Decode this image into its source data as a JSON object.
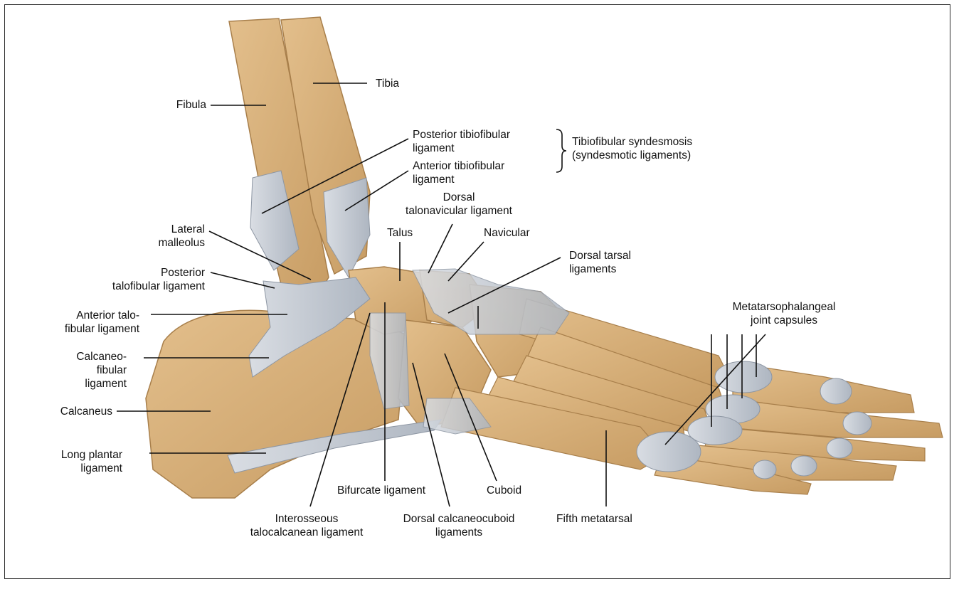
{
  "labels": {
    "tibia": "Tibia",
    "fibula": "Fibula",
    "post_tibiofibular": "Posterior tibiofibular\nligament",
    "ant_tibiofibular": "Anterior tibiofibular\nligament",
    "syndesmosis": "Tibiofibular syndesmosis\n(syndesmotic ligaments)",
    "dorsal_talonavicular": "Dorsal\ntalonavicular ligament",
    "talus": "Talus",
    "navicular": "Navicular",
    "dorsal_tarsal": "Dorsal tarsal\nligaments",
    "lateral_malleolus": "Lateral\nmalleolus",
    "post_talofibular": "Posterior\ntalofibular ligament",
    "ant_talofibular": "Anterior talo-\nfibular ligament",
    "calcaneofibular": "Calcaneo-\nfibular\nligament",
    "calcaneus": "Calcaneus",
    "long_plantar": "Long plantar\nligament",
    "metatarsophalangeal": "Metatarsophalangeal\njoint capsules",
    "bifurcate": "Bifurcate ligament",
    "cuboid": "Cuboid",
    "interosseous": "Interosseous\ntalocalcanean ligament",
    "dorsal_calcaneocuboid": "Dorsal calcaneocuboid\nligaments",
    "fifth_metatarsal": "Fifth metatarsal"
  },
  "colors": {
    "bone": "#d9b27f",
    "bone_shadow": "#b98f5a",
    "ligament": "#c9ced6",
    "ligament_line": "#8d96a3",
    "leader": "#111111"
  }
}
